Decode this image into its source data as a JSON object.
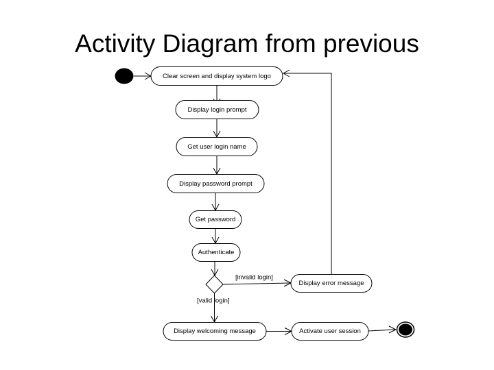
{
  "slide": {
    "title": "Activity Diagram from previous",
    "background_color": "#ffffff",
    "line_color": "#000000"
  },
  "diagram": {
    "type": "uml-activity-diagram",
    "initial_node": {
      "name": "initial-node",
      "shape": "filled-circle"
    },
    "final_node": {
      "name": "final-node",
      "shape": "filled-circle-with-ring"
    },
    "decision_node": {
      "name": "decision-node",
      "shape": "diamond"
    },
    "actions": [
      {
        "id": "clear-screen",
        "label": "Clear screen and display system logo"
      },
      {
        "id": "display-login-prompt",
        "label": "Display login prompt"
      },
      {
        "id": "get-user-login-name",
        "label": "Get user login name"
      },
      {
        "id": "display-password-prompt",
        "label": "Display password prompt"
      },
      {
        "id": "get-password",
        "label": "Get password"
      },
      {
        "id": "authenticate",
        "label": "Authenticate"
      },
      {
        "id": "display-error-message",
        "label": "Display error message"
      },
      {
        "id": "display-welcoming-message",
        "label": "Display welcoming message"
      },
      {
        "id": "activate-user-session",
        "label": "Activate user session"
      }
    ],
    "guards": [
      {
        "id": "invalid-login",
        "label": "[invalid login]"
      },
      {
        "id": "valid-login",
        "label": "[valid login]"
      }
    ]
  }
}
